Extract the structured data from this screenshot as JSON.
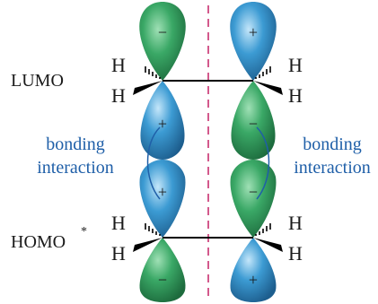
{
  "labels": {
    "lumo": "LUMO",
    "homo": "HOMO",
    "homo_sup": "*",
    "bonding_word": "bonding",
    "interaction_word": "interaction",
    "h": "H"
  },
  "lobe_signs": {
    "lumo_left_top": "−",
    "lumo_left_bottom": "+",
    "lumo_right_top": "+",
    "lumo_right_bottom": "−",
    "homo_left_top": "+",
    "homo_left_bottom": "−",
    "homo_right_top": "−",
    "homo_right_bottom": "+"
  },
  "colors": {
    "green_lobe": "#2e9a57",
    "blue_lobe": "#3b97cf",
    "bond": "#000000",
    "dashed_mirror": "#c8306f",
    "annotation_blue": "#1f5fa8",
    "text": "#1a1a1a"
  }
}
